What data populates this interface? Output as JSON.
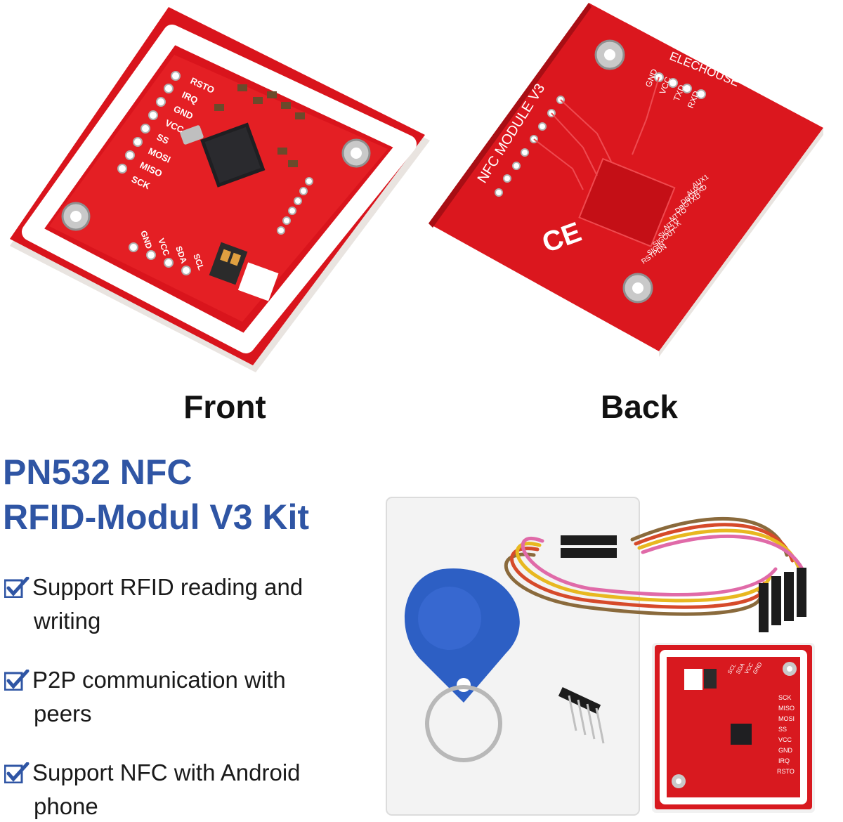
{
  "captions": {
    "front": "Front",
    "back": "Back"
  },
  "title_lines": [
    "PN532 NFC",
    "RFID-Modul V3 Kit"
  ],
  "features": [
    {
      "line1": "Support RFID reading and",
      "line2": "writing"
    },
    {
      "line1": "P2P communication with",
      "line2": "peers"
    },
    {
      "line1": "Support NFC with Android",
      "line2": "phone"
    }
  ],
  "front_board": {
    "pin_labels": [
      "RSTO",
      "IRQ",
      "GND",
      "VCC",
      "SS",
      "MOSI",
      "MISO",
      "SCK"
    ],
    "i2c_labels": [
      "GND",
      "VCC",
      "SDA",
      "SCL"
    ]
  },
  "back_board": {
    "brand": "ELECHOUSE",
    "module_text": "NFC   MODULE   V3",
    "top_labels": [
      "GND",
      "VCC",
      "TXD",
      "RXD"
    ],
    "side_labels": [
      "AUX1",
      "AUX2",
      "DBGRXD",
      "DBGTXD",
      "NTTO",
      "NTTI",
      "SIGCLK",
      "SIGOUT",
      "SIGIN",
      "RSTPDN"
    ],
    "ce_mark": "CE"
  },
  "kit_board": {
    "pin_labels": [
      "SCK",
      "MISO",
      "MOSI",
      "SS",
      "VCC",
      "GND",
      "IRQ",
      "RSTO"
    ],
    "top_labels": [
      "SCL",
      "SDA",
      "VCC",
      "GND"
    ]
  },
  "colors": {
    "title": "#2f55a4",
    "check": "#2f55a4",
    "pcb": "#d8191f",
    "tag": "#2d5fc4"
  }
}
